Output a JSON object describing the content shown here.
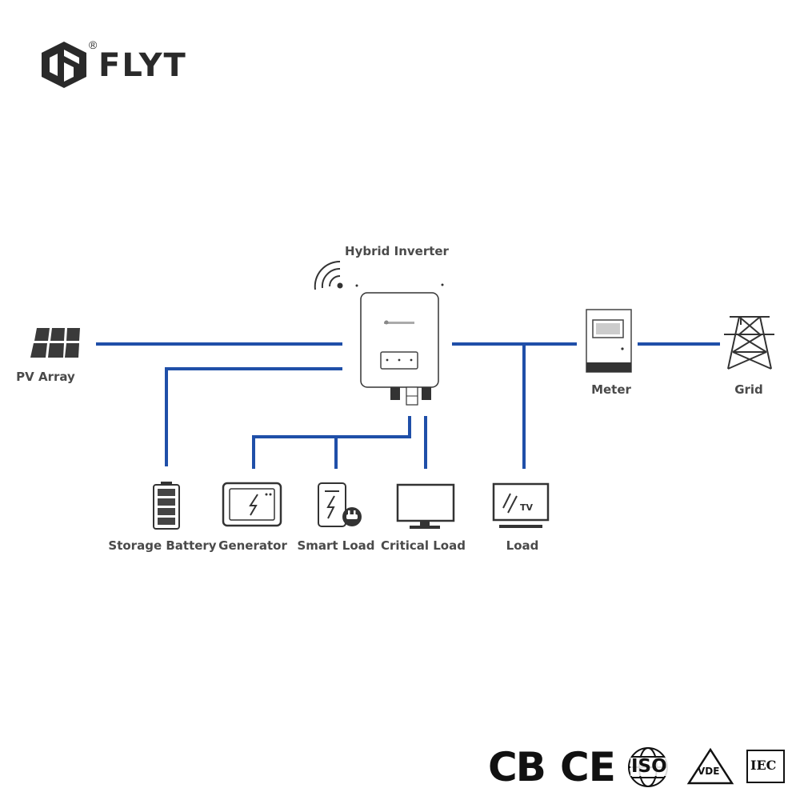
{
  "brand": {
    "name": "FLYT",
    "registered": "®"
  },
  "diagram": {
    "title": "Hybrid Inverter",
    "nodes": {
      "pv_array": "PV Array",
      "meter": "Meter",
      "grid": "Grid",
      "storage_battery": "Storage Battery",
      "generator": "Generator",
      "smart_load": "Smart Load",
      "critical_load": "Critical Load",
      "load": "Load"
    },
    "tv_text": "TV",
    "line_color": "#1f4fa8"
  },
  "certifications": {
    "cb": "CB",
    "ce": "CE",
    "iso": "ISO",
    "vde": "VDE",
    "iec": "IEC"
  }
}
